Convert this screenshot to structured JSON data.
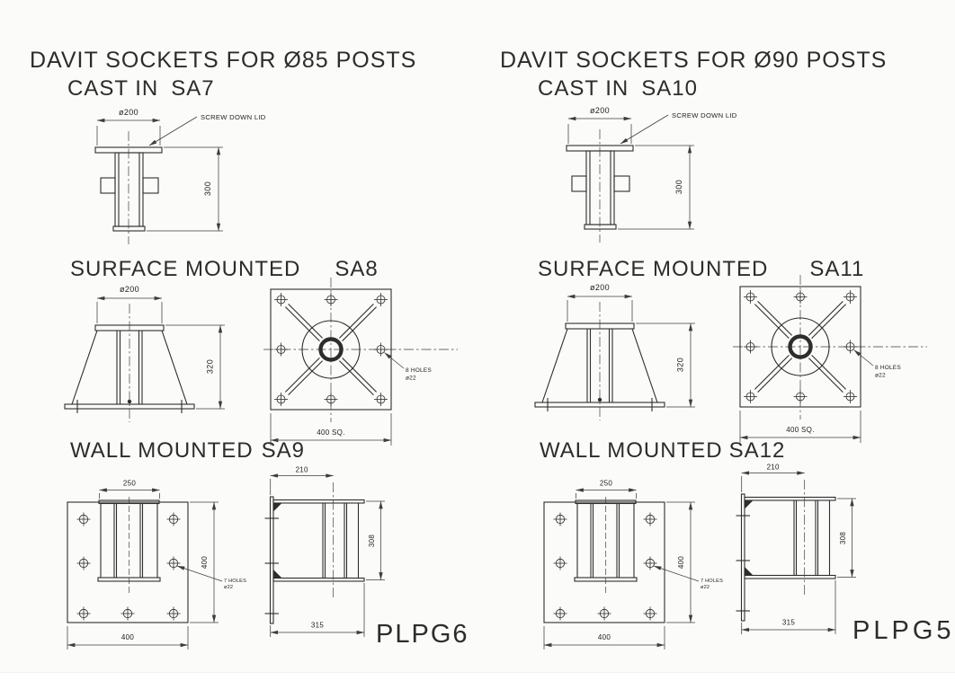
{
  "drawing": {
    "colors": {
      "line": "#2d2d2d",
      "paper": "#fbfbfa"
    },
    "columns": [
      {
        "heading": "DAVIT SOCKETS FOR Ø85 POSTS",
        "cast_in": {
          "label": "CAST IN",
          "code": "SA7",
          "dia_dim": "ø200",
          "lid_note": "SCREW DOWN LID",
          "height_dim": "300"
        },
        "surface_mounted": {
          "label": "SURFACE MOUNTED",
          "code": "SA8",
          "dia_dim": "ø200",
          "height_dim": "320",
          "holes_note_line1": "8 HOLES",
          "holes_note_line2": "ø22",
          "base_dim": "400 SQ."
        },
        "wall_mounted": {
          "label": "WALL MOUNTED",
          "code": "SA9",
          "channel_width_dim": "250",
          "plate_height_dim": "400",
          "plate_width_dim": "400",
          "holes_note_line1": "7 HOLES",
          "holes_note_line2": "ø22",
          "side_top_dim": "210",
          "side_height_dim": "308",
          "side_depth_dim": "315"
        },
        "page_code": "PLPG6"
      },
      {
        "heading": "DAVIT SOCKETS FOR Ø90 POSTS",
        "cast_in": {
          "label": "CAST IN",
          "code": "SA10",
          "dia_dim": "ø200",
          "lid_note": "SCREW DOWN LID",
          "height_dim": "300"
        },
        "surface_mounted": {
          "label": "SURFACE MOUNTED",
          "code": "SA11",
          "dia_dim": "ø200",
          "height_dim": "320",
          "holes_note_line1": "8 HOLES",
          "holes_note_line2": "ø22",
          "base_dim": "400 SQ."
        },
        "wall_mounted": {
          "label": "WALL MOUNTED",
          "code": "SA12",
          "channel_width_dim": "250",
          "plate_height_dim": "400",
          "plate_width_dim": "400",
          "holes_note_line1": "7 HOLES",
          "holes_note_line2": "ø22",
          "side_top_dim": "210",
          "side_height_dim": "308",
          "side_depth_dim": "315"
        },
        "page_code": "PLPG5"
      }
    ]
  }
}
